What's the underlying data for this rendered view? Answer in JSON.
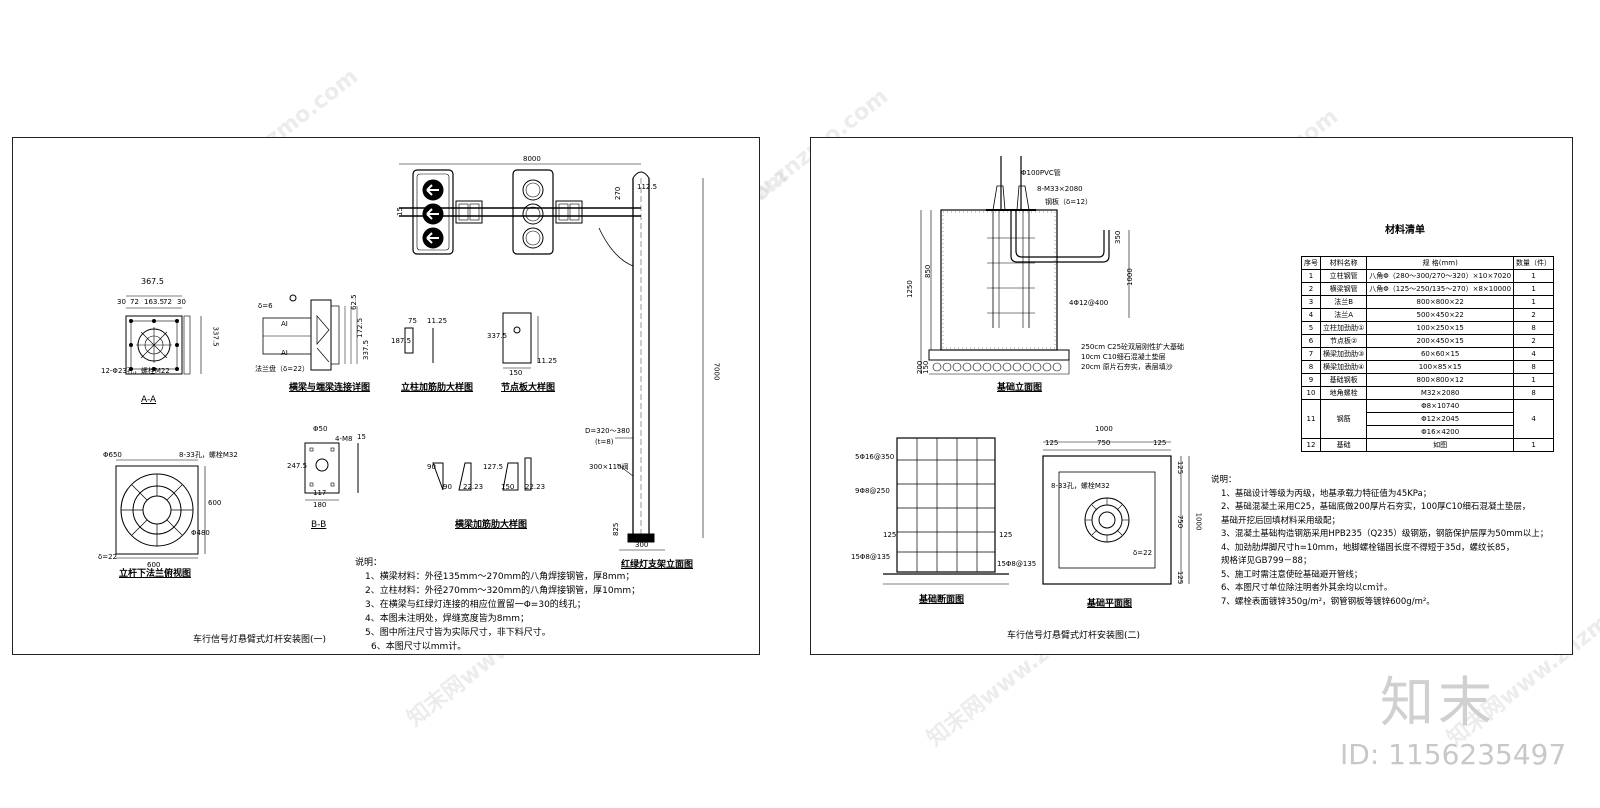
{
  "sheet1": {
    "title": "车行信号灯悬臂式灯杆安装图(一)",
    "labels": {
      "aa": "A-A",
      "bb": "B-B",
      "flange": "立杆下法兰俯视图",
      "beam_conn": "横梁与端梁连接详图",
      "pole_rib": "立柱加筋肋大样图",
      "node_plate": "节点板大样图",
      "beam_rib": "横梁加筋肋大样图",
      "elevation": "红绿灯支架立面图"
    },
    "dims": {
      "span": "8000",
      "height": "7000",
      "d8000_sub": "112.5",
      "h270": "270",
      "h15": "15",
      "aa_top": "367.5",
      "aa_sub": [
        "30",
        "72",
        "163.5",
        "72",
        "30"
      ],
      "aa_side": "337.5",
      "aa_hole": "12-Φ23孔，螺栓M22",
      "flange_d": "Φ650",
      "flange_hole": "8-33孔，螺栓M32",
      "flange_w": "600",
      "flange_h": "600",
      "flange_t": "δ=22",
      "flange_r": "Φ480",
      "beam_t1": "δ=6",
      "beam_a": "AI",
      "beam_plate": "法兰盘（δ=22）",
      "beam_dims": [
        "62.5",
        "172.5",
        "62.5",
        "337.5"
      ],
      "rib_187": "187.5",
      "rib_1125": "11.25",
      "rib_75": "75",
      "np_3375": "337.5",
      "np_150": "150",
      "np_1125": "11.25",
      "bb_m8": "4-M8",
      "bb_phi": "Φ50",
      "bb_247": "247.5",
      "bb_15": "15",
      "bb_117": "117",
      "bb_180": "180",
      "br_90a": "90",
      "br_90b": "90",
      "br_223a": "22.23",
      "br_1275": "127.5",
      "br_150": "150",
      "br_223b": "22.23",
      "pole_d": "D=320～380",
      "pole_t": "(t=8)",
      "hand": "300×110阀",
      "base_300": "300",
      "base_h": "825"
    },
    "notes_title": "说明：",
    "notes": [
      "1、横梁材料：外径135mm～270mm的八角焊接钢管，厚8mm；",
      "2、立柱材料：外径270mm～320mm的八角焊接钢管，厚10mm；",
      "3、在横梁与红绿灯连接的相应位置留一Φ=30的线孔；",
      "4、本图未注明处，焊缝宽度皆为8mm；",
      "5、图中所注尺寸皆为实际尺寸，非下料尺寸。",
      "6、本图尺寸以mm计。"
    ]
  },
  "sheet2": {
    "title": "车行信号灯悬臂式灯杆安装图(二)",
    "labels": {
      "elev": "基础立面图",
      "section": "基础断面图",
      "plan": "基础平面图",
      "table_title": "材料清单",
      "notes_title": "说明："
    },
    "elev_dims": {
      "pvc": "Φ100PVC管",
      "bolts": "8-M33×2080",
      "plate": "钢板（δ=12）",
      "h1250": "1250",
      "h850": "850",
      "h350": "350",
      "h1000": "1000",
      "rebar": "4Φ12@400",
      "l250": "250cm  C25砼双层刚性扩大基础",
      "l10": "10cm  C10细石混凝土垫层",
      "l20": "20cm  原片石夯实，表层填沙",
      "h200": "200",
      "h150": "150"
    },
    "section_dims": {
      "r1": "5Φ16@350",
      "r2": "9Φ8@250",
      "r3": "15Φ8@135",
      "r4": "15Φ8@135",
      "s125a": "125",
      "s125b": "125"
    },
    "plan_dims": {
      "w1000": "1000",
      "w125a": "125",
      "w750": "750",
      "w125b": "125",
      "hole": "8-33孔，螺栓M32",
      "t": "δ=22",
      "h1000": "1000",
      "h125a": "125",
      "h750": "750",
      "h125b": "125"
    },
    "table": {
      "headers": [
        "序号",
        "材料名称",
        "规        格(mm)",
        "数量（件）"
      ],
      "rows": [
        [
          "1",
          "立柱钢管",
          "八角Φ（280～300/270～320）×10×7020",
          "1"
        ],
        [
          "2",
          "横梁钢管",
          "八角Φ（125～250/135～270）×8×10000",
          "1"
        ],
        [
          "3",
          "法兰B",
          "800×800×22",
          "1"
        ],
        [
          "4",
          "法兰A",
          "500×450×22",
          "2"
        ],
        [
          "5",
          "立柱加劲肋①",
          "100×250×15",
          "8"
        ],
        [
          "6",
          "节点板②",
          "200×450×15",
          "2"
        ],
        [
          "7",
          "横梁加劲肋③",
          "60×60×15",
          "4"
        ],
        [
          "8",
          "横梁加劲肋④",
          "100×85×15",
          "8"
        ],
        [
          "9",
          "基础钢板",
          "800×800×12",
          "1"
        ],
        [
          "10",
          "地角螺栓",
          "M32×2080",
          "8"
        ],
        [
          "11",
          "钢筋",
          "Φ8×10740",
          ""
        ],
        [
          "",
          "",
          "Φ12×2045",
          "4"
        ],
        [
          "",
          "",
          "Φ16×4200",
          ""
        ],
        [
          "12",
          "基础",
          "如图",
          "1"
        ]
      ]
    },
    "notes": [
      "1、基础设计等级为丙级，地基承载力特征值为45KPa；",
      "2、基础混凝土采用C25，基础底做200厚片石夯实，100厚C10细石混凝土垫层，",
      "    基础开挖后回填材料采用级配；",
      "3、混凝土基础构造钢筋采用HPB235（Q235）级钢筋，钢筋保护层厚为50mm以上；",
      "4、加劲肋焊脚尺寸h=10mm，地脚螺栓锚固长度不得短于35d，螺纹长85，",
      "    规格详见GB799－88；",
      "5、施工时需注意使砼基础避开管线；",
      "6、本图尺寸单位除注明者外其余均以cm计。",
      "7、螺栓表面镀锌350g/m²，钢管钢板等镀锌600g/m²。"
    ]
  },
  "watermark": {
    "text": "知末网www.znzmo.com",
    "brand": "知末",
    "id": "ID: 1156235497"
  }
}
